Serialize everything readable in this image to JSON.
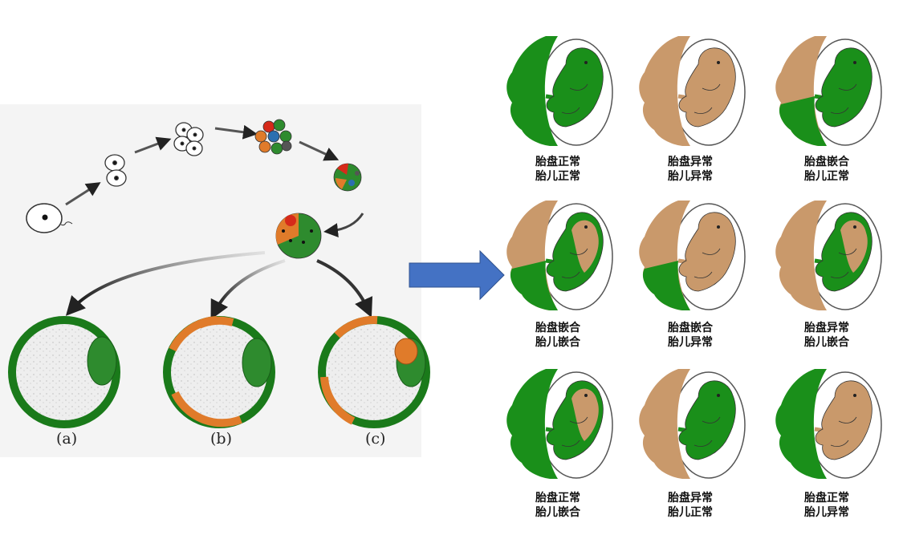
{
  "colors": {
    "normal": "#1a8f1a",
    "abnormal": "#c9996b",
    "arrow_blue": "#4472c4",
    "panel_bg": "#f3f3f3"
  },
  "development_labels": [
    "(a)",
    "(b)",
    "(c)"
  ],
  "mosaic_grid": [
    {
      "placenta": "normal",
      "fetus": "normal",
      "caption": [
        "胎盘正常",
        "胎儿正常"
      ]
    },
    {
      "placenta": "abnormal",
      "fetus": "abnormal",
      "caption": [
        "胎盘异常",
        "胎儿异常"
      ]
    },
    {
      "placenta": "mosaic",
      "fetus": "normal",
      "caption": [
        "胎盘嵌合",
        "胎儿正常"
      ]
    },
    {
      "placenta": "mosaic",
      "fetus": "mosaic",
      "caption": [
        "胎盘嵌合",
        "胎儿嵌合"
      ]
    },
    {
      "placenta": "mosaic",
      "fetus": "abnormal",
      "caption": [
        "胎盘嵌合",
        "胎儿异常"
      ]
    },
    {
      "placenta": "abnormal",
      "fetus": "mosaic",
      "caption": [
        "胎盘异常",
        "胎儿嵌合"
      ]
    },
    {
      "placenta": "normal",
      "fetus": "mosaic",
      "caption": [
        "胎盘正常",
        "胎儿嵌合"
      ]
    },
    {
      "placenta": "abnormal",
      "fetus": "normal",
      "caption": [
        "胎盘异常",
        "胎儿正常"
      ]
    },
    {
      "placenta": "normal",
      "fetus": "abnormal",
      "caption": [
        "胎盘正常",
        "胎儿异常"
      ]
    }
  ]
}
